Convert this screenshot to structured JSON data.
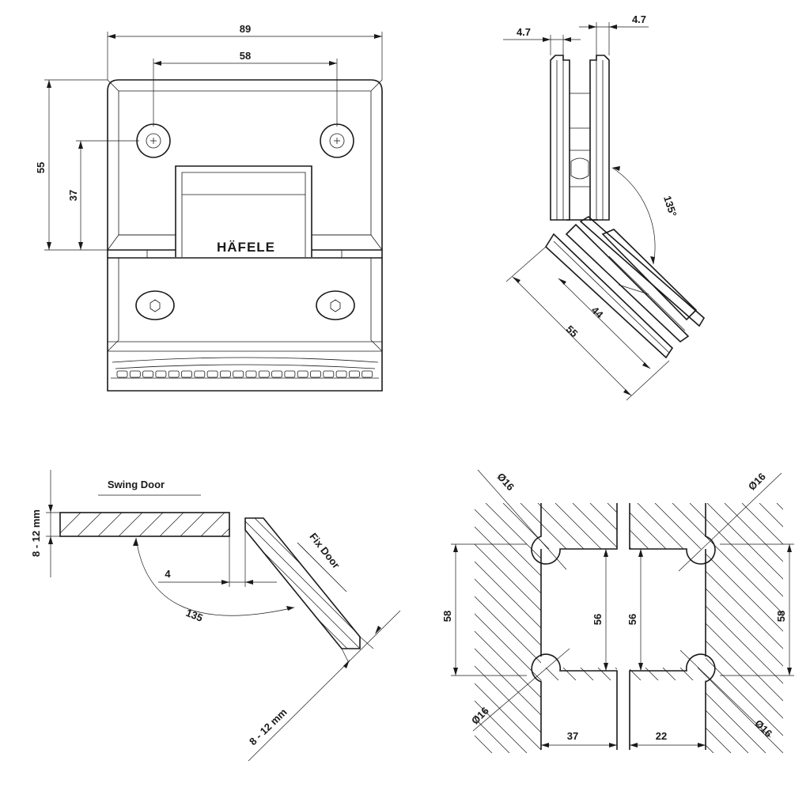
{
  "brand": "HÄFELE",
  "front_view": {
    "width": "89",
    "hole_spacing": "58",
    "height": "55",
    "hole_height": "37"
  },
  "side_view": {
    "glass_left": "4.7",
    "glass_right": "4.7",
    "angle": "135°",
    "inner_length": "44",
    "outer_length": "55"
  },
  "door_layout": {
    "swing_door": "Swing Door",
    "fix_door": "Fix Door",
    "thickness_swing": "8 - 12 mm",
    "thickness_fix": "8 - 12 mm",
    "gap": "4",
    "angle": "135"
  },
  "cutouts": {
    "dia_tl": "Ø16",
    "dia_tr": "Ø16",
    "dia_bl": "Ø16",
    "dia_br": "Ø16",
    "left_outer": "58",
    "left_inner": "56",
    "right_inner": "56",
    "right_outer": "58",
    "left_width": "37",
    "right_width": "22"
  }
}
